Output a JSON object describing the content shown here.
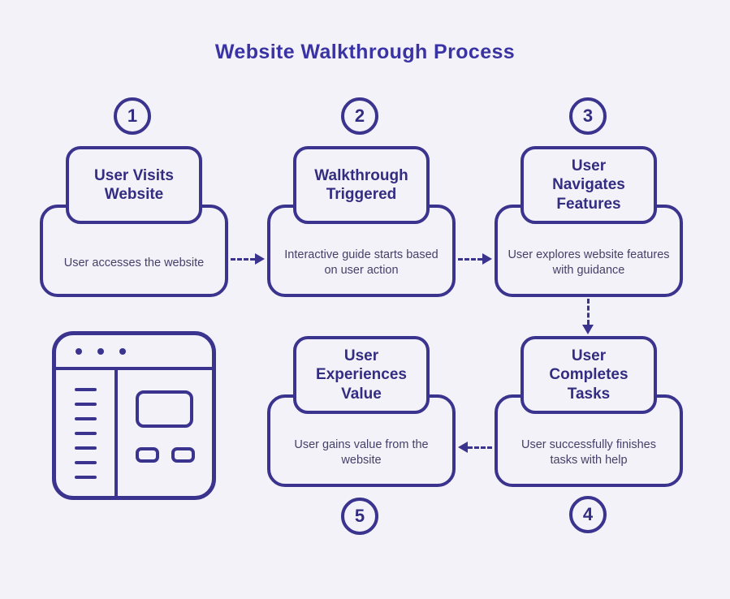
{
  "title": "Website Walkthrough Process",
  "colors": {
    "bg": "#f4f2f9",
    "stroke": "#3b348e",
    "title": "#3a33a3",
    "heading": "#332d82",
    "desc": "#454068"
  },
  "steps": [
    {
      "number": "1",
      "title": "User Visits Website",
      "description": "User accesses the website"
    },
    {
      "number": "2",
      "title": "Walkthrough Triggered",
      "description": "Interactive guide starts based on user action"
    },
    {
      "number": "3",
      "title": "User Navigates Features",
      "description": "User explores website features with guidance"
    },
    {
      "number": "4",
      "title": "User Completes Tasks",
      "description": "User successfully finishes tasks with help"
    },
    {
      "number": "5",
      "title": "User Experiences Value",
      "description": "User gains value from the website"
    }
  ],
  "icon": {
    "name": "browser-window-icon"
  }
}
